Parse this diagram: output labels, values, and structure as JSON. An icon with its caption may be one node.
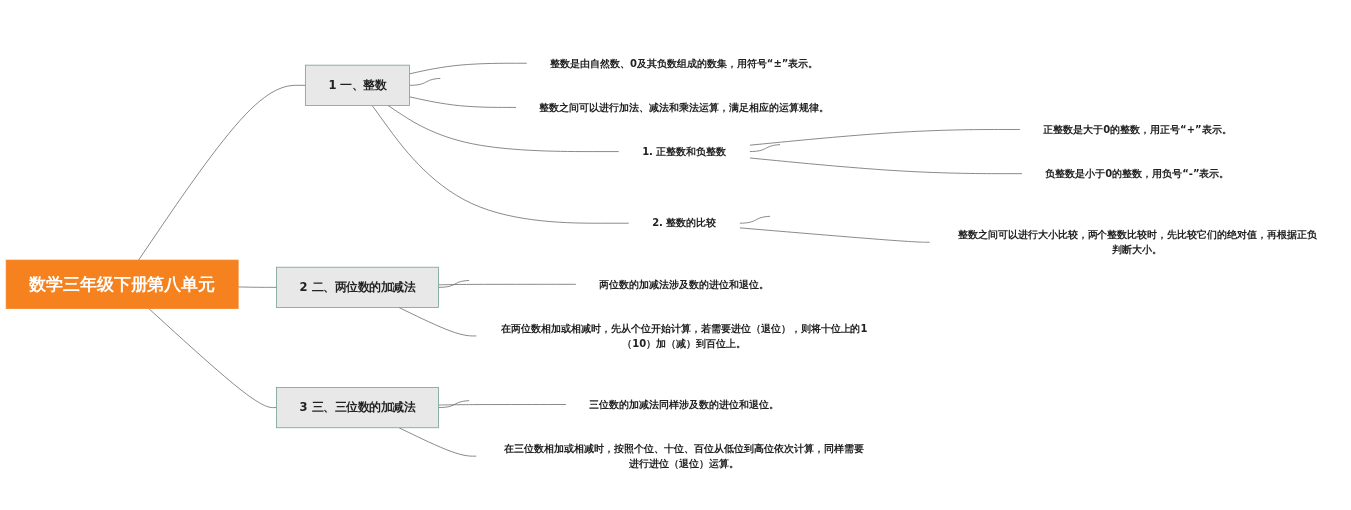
{
  "diagram": {
    "nodes": [
      {
        "text": [
          "数学三年级下册第八单元"
        ]
      },
      {
        "text": [
          "1",
          "一、整数"
        ]
      },
      {
        "text": [
          "整数是由自然数、0及其负数组成的数集，用符号“±”表示。"
        ]
      },
      {
        "text": [
          "整数之间可以进行加法、减法和乘法运算，满足相应的运算规律。"
        ]
      },
      {
        "text": [
          "1. 正整数和负整数"
        ]
      },
      {
        "text": [
          "正整数是大于0的整数，用正号“+”表示。"
        ]
      },
      {
        "text": [
          "负整数是小于0的整数，用负号“-”表示。"
        ]
      },
      {
        "text": [
          "2. 整数的比较"
        ]
      },
      {
        "text": [
          "整数之间可以进行大小比较，两个整数比较时，先比较它们的绝对值，再根据正负判断大小。"
        ]
      },
      {
        "text": [
          "2",
          "二、两位数的加减法"
        ]
      },
      {
        "text": [
          "两位数的加减法涉及数的进位和退位。"
        ]
      },
      {
        "text": [
          "在两位数相加或相减时，先从个位开始计算，若需要进位（退位），则将十位上的1（10）加（减）到百位上。"
        ]
      },
      {
        "text": [
          "3",
          "三、三位数的加减法"
        ]
      },
      {
        "text": [
          "三位数的加减法同样涉及数的进位和退位。"
        ]
      },
      {
        "text": [
          "在三位数相加或相减时，按照个位、十位、百位从低位到高位依次计算，同样需要进行进位（退位）运算。"
        ]
      }
    ],
    "edges": [
      {
        "from": 0,
        "to": 1,
        "arrow": "none"
      },
      {
        "from": 1,
        "to": null,
        "arrow": "none"
      },
      {
        "from": 1,
        "to": 2,
        "arrow": "none"
      },
      {
        "from": 1,
        "to": 3,
        "arrow": "none"
      },
      {
        "from": 1,
        "to": 4,
        "arrow": "none"
      },
      {
        "from": 4,
        "to": null,
        "arrow": "none"
      },
      {
        "from": 4,
        "to": 5,
        "arrow": "none"
      },
      {
        "from": 4,
        "to": 6,
        "arrow": "none"
      },
      {
        "from": 1,
        "to": 7,
        "arrow": "none"
      },
      {
        "from": 7,
        "to": null,
        "arrow": "none"
      },
      {
        "from": 7,
        "to": 8,
        "arrow": "none"
      },
      {
        "from": 0,
        "to": 9,
        "arrow": "none"
      },
      {
        "from": 9,
        "to": null,
        "arrow": "none"
      },
      {
        "from": 9,
        "to": 10,
        "arrow": "none"
      },
      {
        "from": 9,
        "to": 11,
        "arrow": "none"
      },
      {
        "from": 0,
        "to": 12,
        "arrow": "none"
      },
      {
        "from": 12,
        "to": null,
        "arrow": "none"
      },
      {
        "from": 12,
        "to": 13,
        "arrow": "none"
      },
      {
        "from": 12,
        "to": 14,
        "arrow": "none"
      }
    ]
  }
}
